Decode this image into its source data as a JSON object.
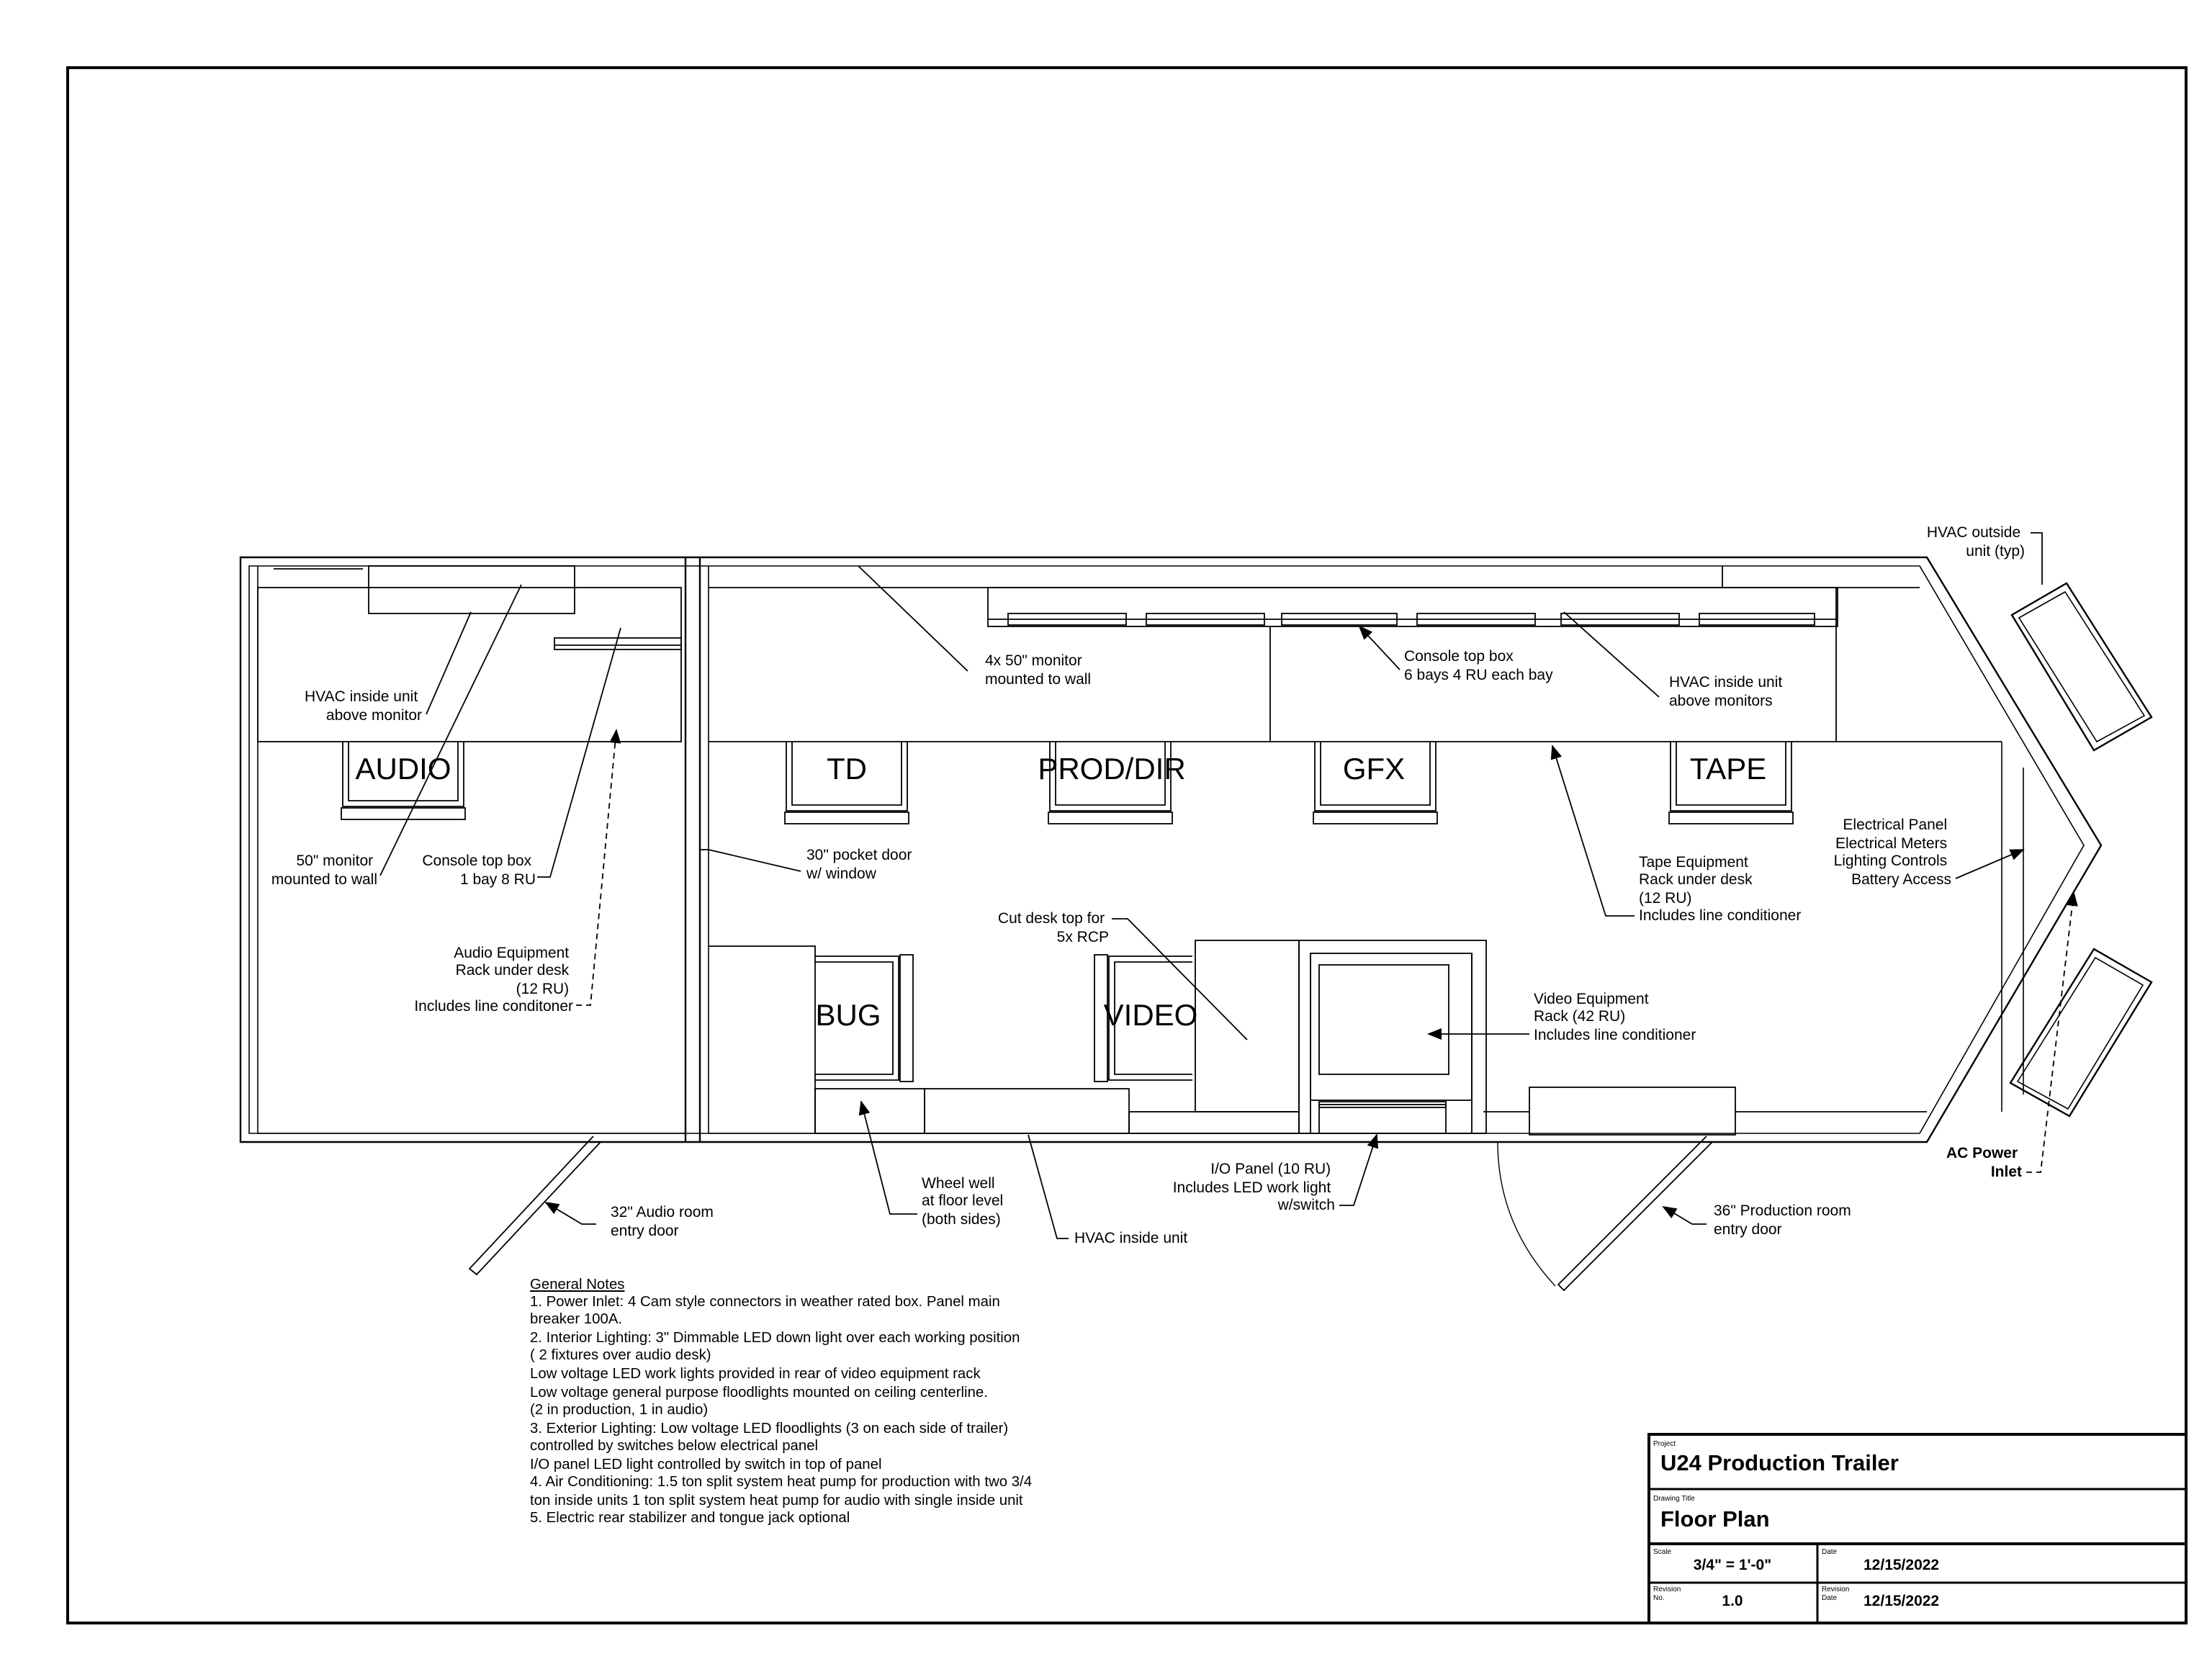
{
  "rooms": {
    "audio_station": "AUDIO",
    "td_station": "TD",
    "prod_station": "PROD/DIR",
    "gfx_station": "GFX",
    "tape_station": "TAPE",
    "bug_station": "BUG",
    "video_station": "VIDEO"
  },
  "callouts": {
    "hvac_outside": [
      "HVAC outside",
      "unit (typ)"
    ],
    "hvac_audio": [
      "HVAC inside unit",
      "above monitor"
    ],
    "monitors_prod": [
      "4x 50\" monitor",
      "mounted to wall"
    ],
    "console_prod": [
      "Console top box",
      "6 bays 4 RU each bay"
    ],
    "hvac_prod": [
      "HVAC inside unit",
      "above monitors"
    ],
    "monitor_audio": [
      "50\" monitor",
      "mounted to wall"
    ],
    "console_audio": [
      "Console top box",
      "1 bay  8 RU"
    ],
    "pocket_door": [
      "30\" pocket door",
      "w/ window"
    ],
    "electrical": [
      "Electrical Panel",
      "Electrical Meters",
      "Lighting Controls",
      "Battery Access"
    ],
    "tape_rack": [
      "Tape Equipment",
      "Rack under desk",
      "(12 RU)",
      "Includes line conditioner"
    ],
    "audio_rack": [
      "Audio Equipment",
      "Rack under desk",
      "(12 RU)",
      "Includes line conditoner"
    ],
    "cut_desk": [
      "Cut desk top for",
      "5x RCP"
    ],
    "video_rack": [
      "Video Equipment",
      "Rack (42 RU)",
      "Includes line conditioner"
    ],
    "ac_inlet": [
      "AC Power",
      "Inlet"
    ],
    "io_panel": [
      "I/O Panel (10 RU)",
      "Includes LED work light",
      "w/switch"
    ],
    "wheel_well": [
      "Wheel well",
      "at floor level",
      "(both sides)"
    ],
    "audio_door": [
      "32\" Audio room",
      "entry door"
    ],
    "prod_door": [
      "36\" Production room",
      "entry door"
    ],
    "hvac_under": [
      "HVAC inside unit"
    ]
  },
  "general_notes": {
    "heading": "General Notes",
    "lines": [
      "1.  Power Inlet: 4 Cam style connectors in weather rated box. Panel main",
      "     breaker 100A.",
      "2.  Interior Lighting: 3\" Dimmable LED down light over each working position",
      "     ( 2 fixtures over audio desk)",
      "     Low voltage LED work lights provided in rear of video equipment rack",
      "     Low voltage general purpose floodlights mounted on ceiling centerline.",
      "     (2 in production, 1 in audio)",
      "3.  Exterior Lighting: Low voltage LED floodlights (3 on each side of trailer)",
      "     controlled by switches below electrical panel",
      "     I/O panel LED light controlled by switch in top of panel",
      "4.  Air Conditioning: 1.5 ton split system heat pump for production with two 3/4",
      "     ton inside units 1 ton split system heat pump for audio with single inside unit",
      "5.  Electric rear stabilizer and tongue jack optional"
    ]
  },
  "title_block": {
    "project_label": "Project",
    "project": "U24 Production Trailer",
    "drawing_title_label": "Drawing Title",
    "drawing_title": "Floor Plan",
    "scale_label": "Scale",
    "scale": "3/4\" = 1'-0\"",
    "date_label": "Date",
    "date": "12/15/2022",
    "revision_label": [
      "Revision",
      "No."
    ],
    "revision": "1.0",
    "revision_date_label": [
      "Revision",
      "Date"
    ],
    "revision_date": "12/15/2022"
  }
}
